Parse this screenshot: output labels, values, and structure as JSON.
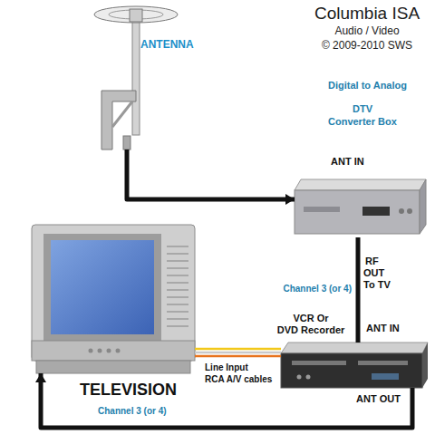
{
  "diagram": {
    "title": "Columbia ISA",
    "nodes": [
      {
        "text": [
          "ANTENNA"
        ]
      },
      {
        "text": [
          "Digital to Analog",
          "DTV",
          "Converter Box"
        ]
      },
      {
        "text": [
          "VCR Or",
          "DVD Recorder"
        ]
      },
      {
        "text": [
          "TELEVISION"
        ]
      }
    ],
    "edges": [
      {
        "from": 0,
        "to": 1,
        "arrow": "to"
      },
      {
        "from": 1,
        "to": 2,
        "arrow": "none"
      },
      {
        "from": 2,
        "to": 3,
        "arrow": "to"
      },
      {
        "from": 3,
        "to": 2,
        "arrow": "none"
      }
    ],
    "labels": [
      "Audio / Video",
      "© 2009-2010 SWS",
      "ANT IN",
      "RF",
      "OUT",
      "To TV",
      "Channel 3 (or 4)",
      "ANT IN",
      "ANT OUT",
      "Line Input",
      "RCA A/V cables",
      "Channel 3 (or 4)"
    ]
  }
}
